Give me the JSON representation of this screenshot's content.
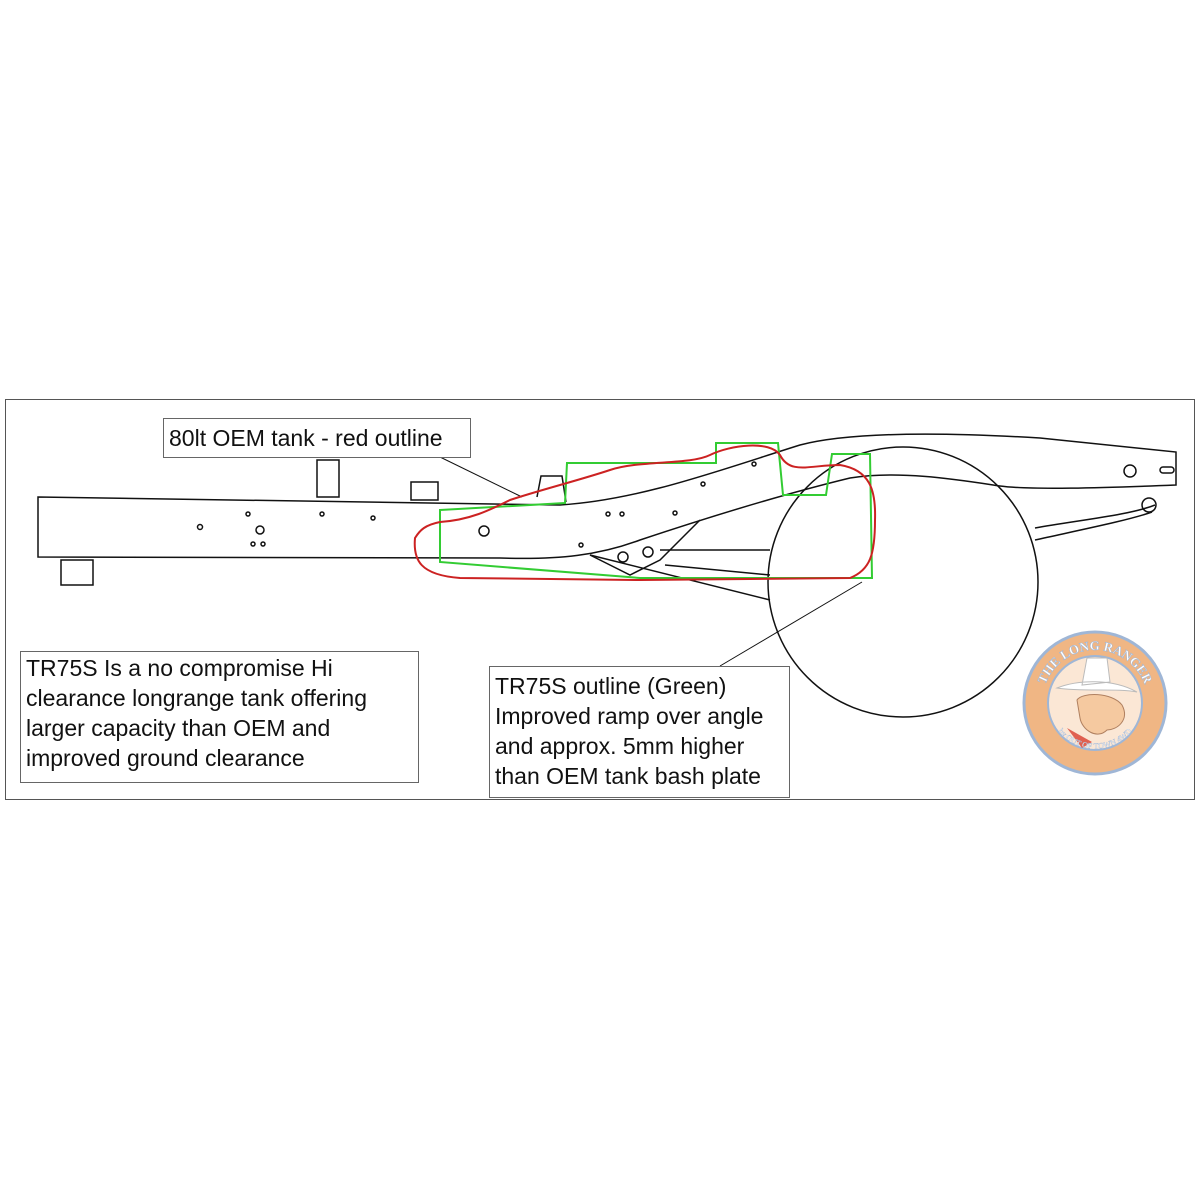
{
  "labels": {
    "oem_tank": "80lt OEM tank - red outline",
    "left_note": [
      "TR75S  Is a no compromise Hi",
      "clearance longrange tank offering",
      "larger capacity than OEM and",
      "improved ground clearance"
    ],
    "right_note": [
      "TR75S  outline (Green)",
      "Improved ramp over angle",
      "and approx. 5mm higher",
      "than OEM tank bash plate"
    ]
  },
  "logo": {
    "top_text": "THE LONG RANGER",
    "bottom_text": "by OUT OF TOWN 4WD"
  },
  "colors": {
    "oem_outline": "#cc2222",
    "tr75s_outline": "#33cc33",
    "logo_orange": "#f0b684",
    "logo_blue": "#9fb6d6"
  }
}
